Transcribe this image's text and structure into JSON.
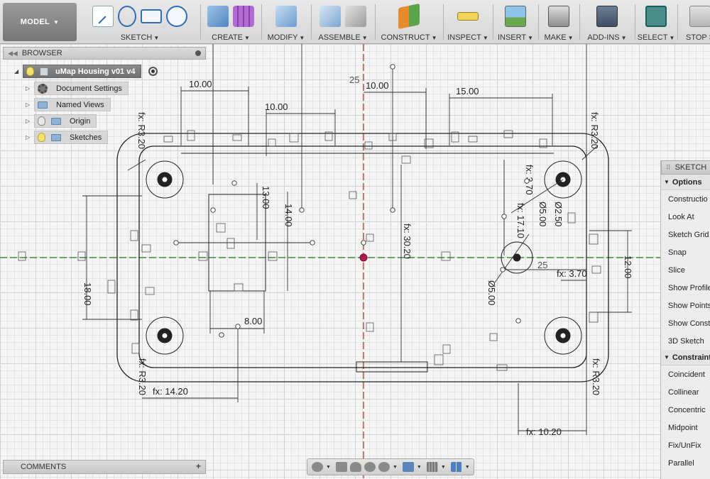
{
  "toolbar": {
    "mode": "MODEL",
    "groups": [
      {
        "key": "sketch",
        "label": "SKETCH"
      },
      {
        "key": "create",
        "label": "CREATE"
      },
      {
        "key": "modify",
        "label": "MODIFY"
      },
      {
        "key": "assemble",
        "label": "ASSEMBLE"
      },
      {
        "key": "construct",
        "label": "CONSTRUCT"
      },
      {
        "key": "inspect",
        "label": "INSPECT"
      },
      {
        "key": "insert",
        "label": "INSERT"
      },
      {
        "key": "make",
        "label": "MAKE"
      },
      {
        "key": "addins",
        "label": "ADD-INS"
      },
      {
        "key": "select",
        "label": "SELECT"
      },
      {
        "key": "stop",
        "label": "STOP S"
      }
    ]
  },
  "browser": {
    "title": "BROWSER",
    "root": "uMap Housing v01 v4",
    "items": [
      "Document Settings",
      "Named Views",
      "Origin",
      "Sketches"
    ]
  },
  "comments": {
    "title": "COMMENTS"
  },
  "palette": {
    "title": "SKETCH",
    "options_title": "Options",
    "options": [
      "Constructio",
      "Look At",
      "Sketch Grid",
      "Snap",
      "Slice",
      "Show Profile",
      "Show Points",
      "Show Const",
      "3D Sketch"
    ],
    "constraints_title": "Constraint",
    "constraints": [
      "Coincident",
      "Collinear",
      "Concentric",
      "Midpoint",
      "Fix/UnFix",
      "Parallel"
    ]
  },
  "dimensions": {
    "d1": "10.00",
    "d2": "10.00",
    "d3": "10.00",
    "d4": "15.00",
    "d5": "13.00",
    "d6": "14.00",
    "d7": "8.00",
    "d8": "18.00",
    "d9": "fx: 30.20",
    "d10": "fx: 17.10",
    "d11": "Ø5.00",
    "d12": "Ø2.50",
    "d13": "Ø5.00",
    "d14": "12.00",
    "d15": "fx: 3.70",
    "d16": "fx: 3.70",
    "d17": "fx: 14.20",
    "d18": "fx: 10.20",
    "d19": "fx: R3.20",
    "d20": "fx: R3.20",
    "d21": "fx: R3.20",
    "d22": "fx: R3.20",
    "d23": "25",
    "d24": "25"
  }
}
